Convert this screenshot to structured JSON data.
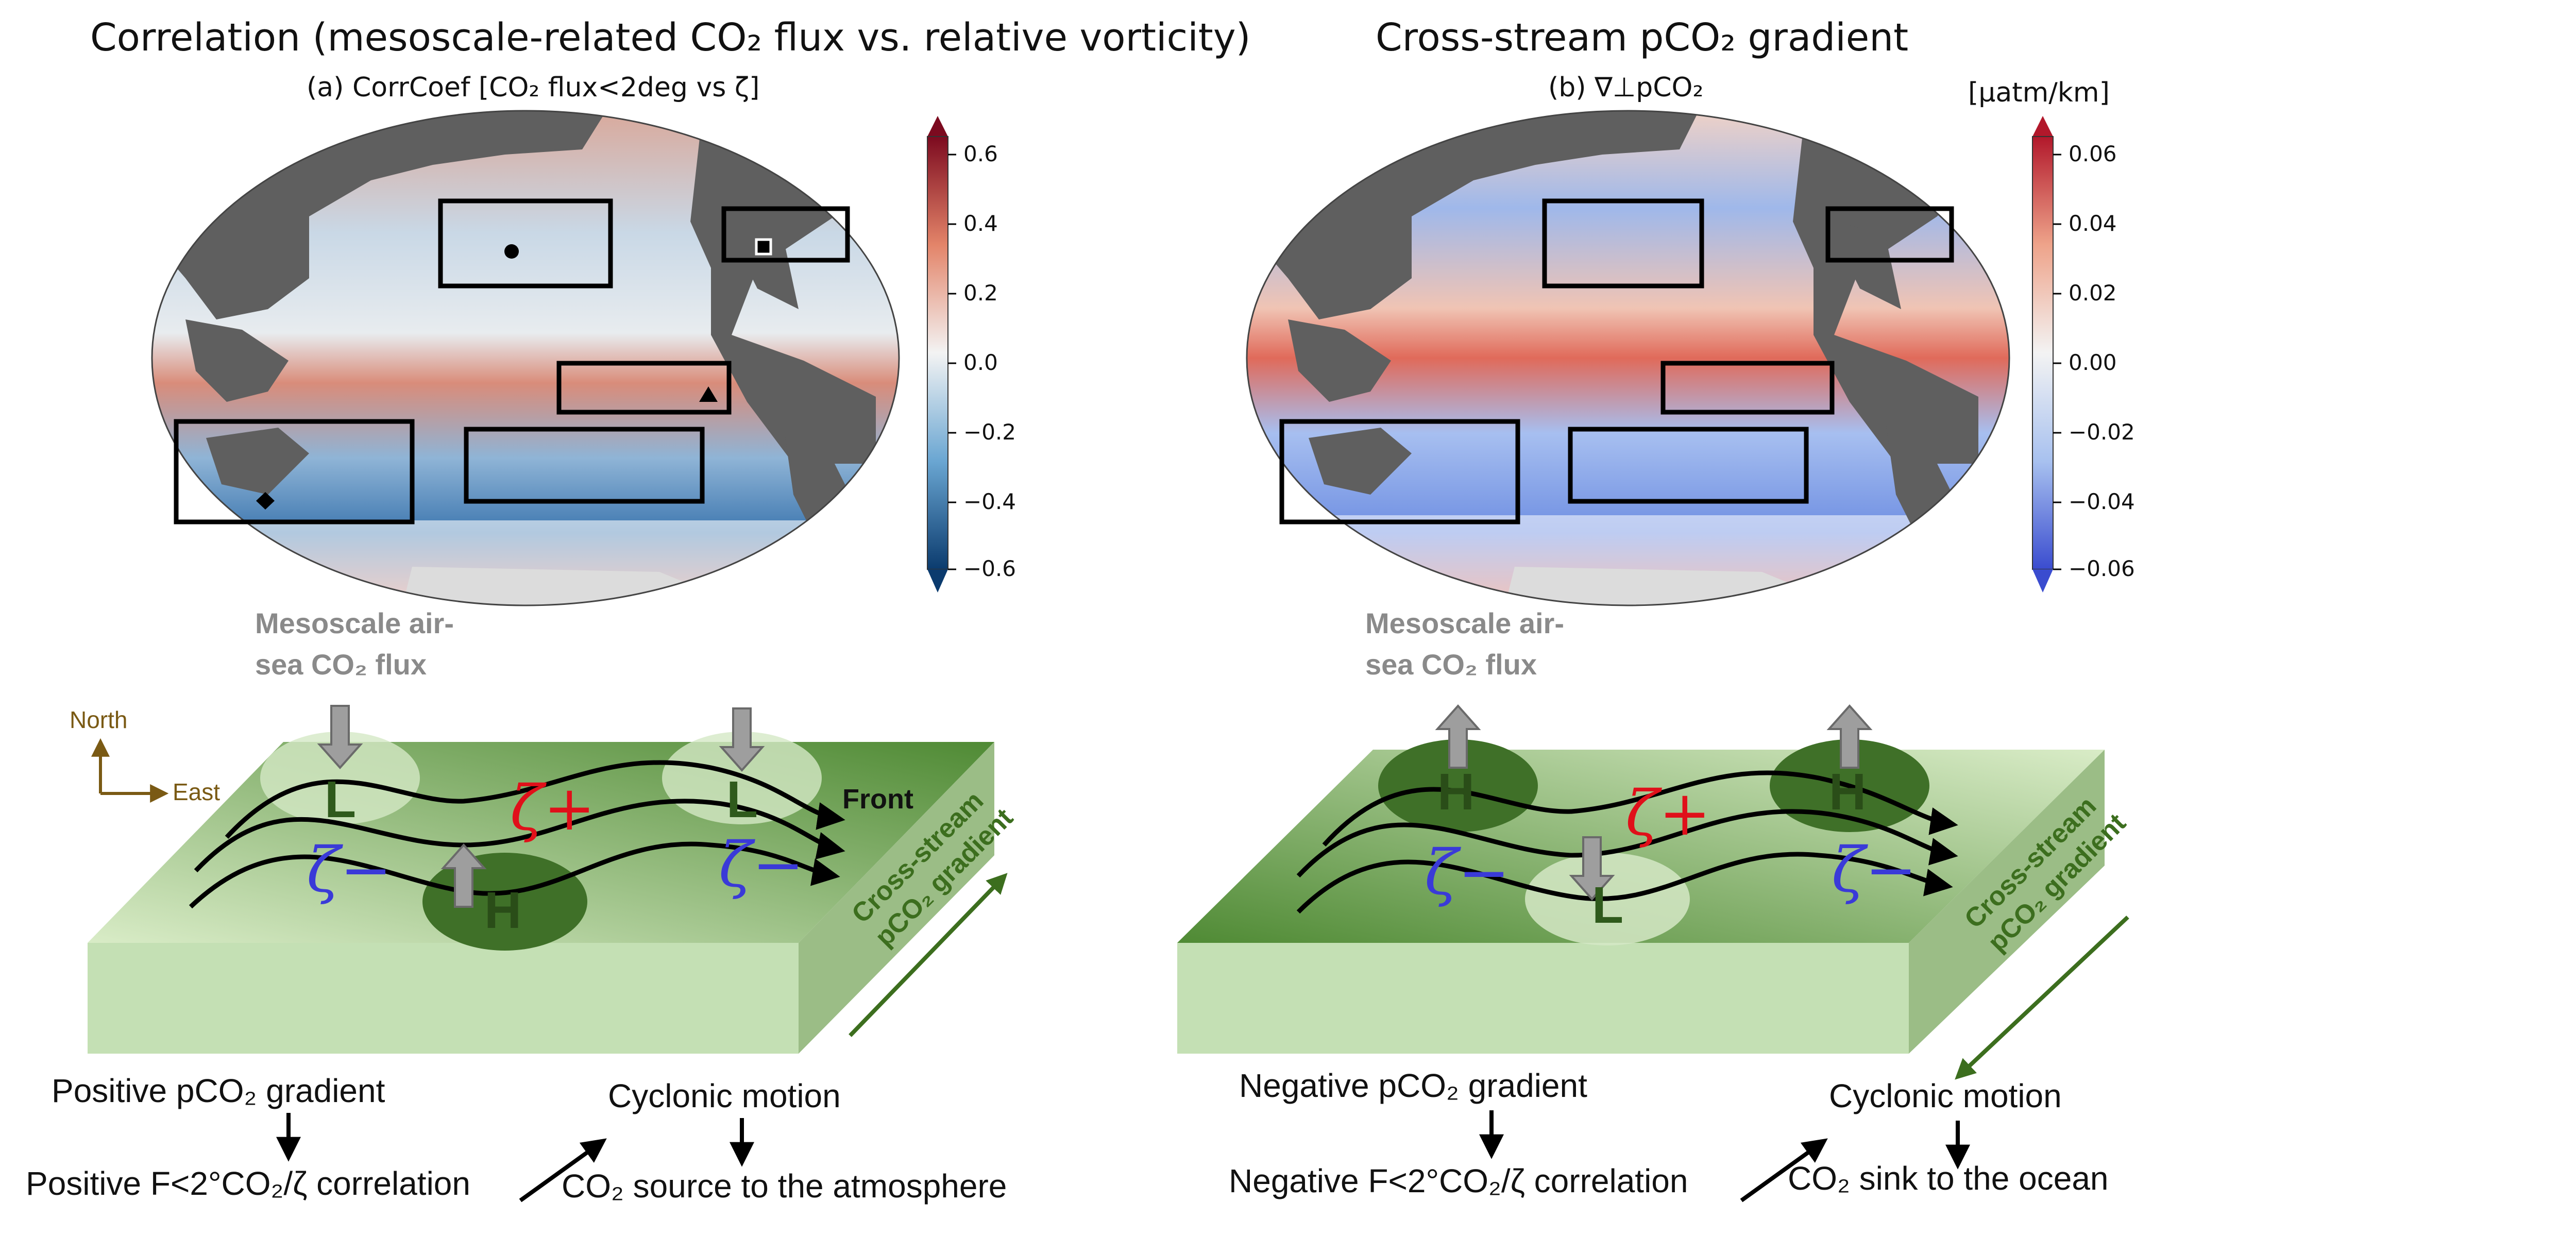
{
  "panel_a": {
    "title": "Correlation (mesoscale-related CO₂ flux vs. relative vorticity)",
    "subtitle": "(a) CorrCoef [CO₂ flux<2deg vs ζ]",
    "colorbar_ticks": [
      "0.6",
      "0.4",
      "0.2",
      "0.0",
      "−0.2",
      "−0.4",
      "−0.6"
    ],
    "colormap": [
      "#0b3b6e",
      "#6aa6d2",
      "#f3f3f3",
      "#e38469",
      "#7c0a1f"
    ]
  },
  "panel_b": {
    "title": "Cross-stream pCO₂ gradient",
    "subtitle": "(b) ∇⊥pCO₂",
    "colorbar_unit": "[μatm/km]",
    "colorbar_ticks": [
      "0.06",
      "0.04",
      "0.02",
      "0.00",
      "−0.02",
      "−0.04",
      "−0.06"
    ],
    "colormap": [
      "#3a4ccf",
      "#a8c1ef",
      "#f3f3f3",
      "#eea38a",
      "#b2182b"
    ]
  },
  "schematic_left": {
    "flux_label_1": "Mesoscale air-",
    "flux_label_2": "sea CO₂ flux",
    "north": "North",
    "east": "East",
    "front": "Front",
    "zeta_plus": "ζ+",
    "zeta_minus": "ζ−",
    "low": "L",
    "high": "H",
    "cross_stream_1": "Cross-stream",
    "cross_stream_2": "pCO₂ gradient"
  },
  "schematic_right": {
    "flux_label_1": "Mesoscale air-",
    "flux_label_2": "sea CO₂ flux",
    "zeta_plus": "ζ+",
    "zeta_minus": "ζ−",
    "low": "L",
    "high": "H",
    "cross_stream_1": "Cross-stream",
    "cross_stream_2": "pCO₂ gradient"
  },
  "logic_left": {
    "gradient": "Positive pCO₂ gradient",
    "correlation": "Positive F<2°CO₂/ζ correlation",
    "motion": "Cyclonic motion",
    "result": "CO₂ source to the atmosphere"
  },
  "logic_right": {
    "gradient": "Negative pCO₂ gradient",
    "correlation": "Negative F<2°CO₂/ζ correlation",
    "motion": "Cyclonic motion",
    "result": "CO₂ sink to the ocean"
  }
}
